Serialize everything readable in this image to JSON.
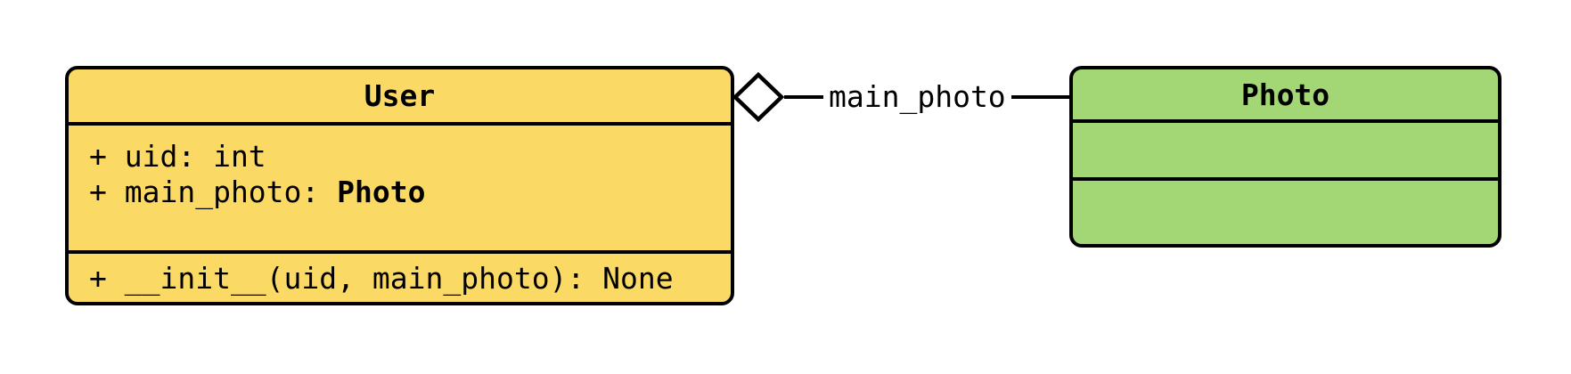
{
  "diagram": {
    "kind": "uml-class-diagram",
    "background": "#ffffff",
    "stroke_color": "#000000"
  },
  "user_class": {
    "title": "User",
    "fill": "#FBD965",
    "attr_uid": "+ uid: int",
    "attr_main_photo_prefix": "+ main_photo: ",
    "attr_main_photo_type": "Photo",
    "method_init": "+ __init__(uid, main_photo): None"
  },
  "photo_class": {
    "title": "Photo",
    "fill": "#A3D674"
  },
  "relation": {
    "type": "aggregation",
    "from": "User",
    "to": "Photo",
    "label": "main_photo",
    "diamond_fill": "#FFFFFF",
    "line_color": "#000000"
  }
}
